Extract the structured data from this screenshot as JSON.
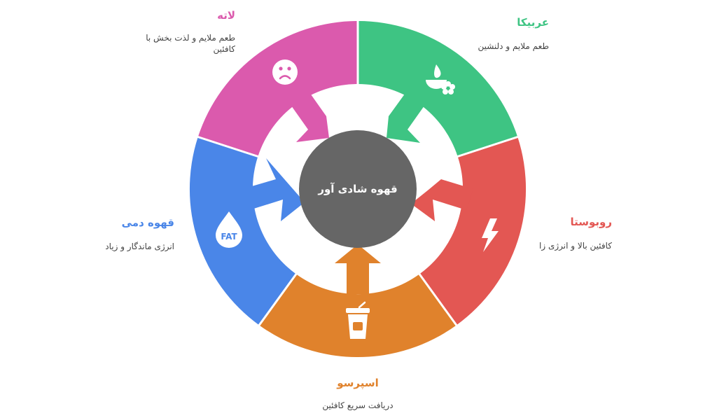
{
  "center": {
    "label": "قهوه شادی آور"
  },
  "segments": [
    {
      "id": "arabica",
      "title": "عربیکا",
      "description": "طعم ملایم و دلنشین",
      "color": "#3ec483",
      "icon": "flame-flower-icon"
    },
    {
      "id": "robusta",
      "title": "روبوستا",
      "description": "کافئین بالا و انرژی زا",
      "color": "#e35753",
      "icon": "lightning-icon"
    },
    {
      "id": "espresso",
      "title": "اسپرسو",
      "description": "دریافت سریع کافئین",
      "color": "#e0822c",
      "icon": "cup-icon"
    },
    {
      "id": "brewed",
      "title": "قهوه دمی",
      "description": "انرژی ماندگار و زیاد",
      "color": "#4a86e8",
      "icon": "fat-drop-icon",
      "icon_text": "FAT"
    },
    {
      "id": "latte",
      "title": "لاته",
      "description_lines": [
        "طعم ملایم و لذت بخش با",
        "کافئین"
      ],
      "color": "#db5aad",
      "icon": "sad-face-icon"
    }
  ]
}
